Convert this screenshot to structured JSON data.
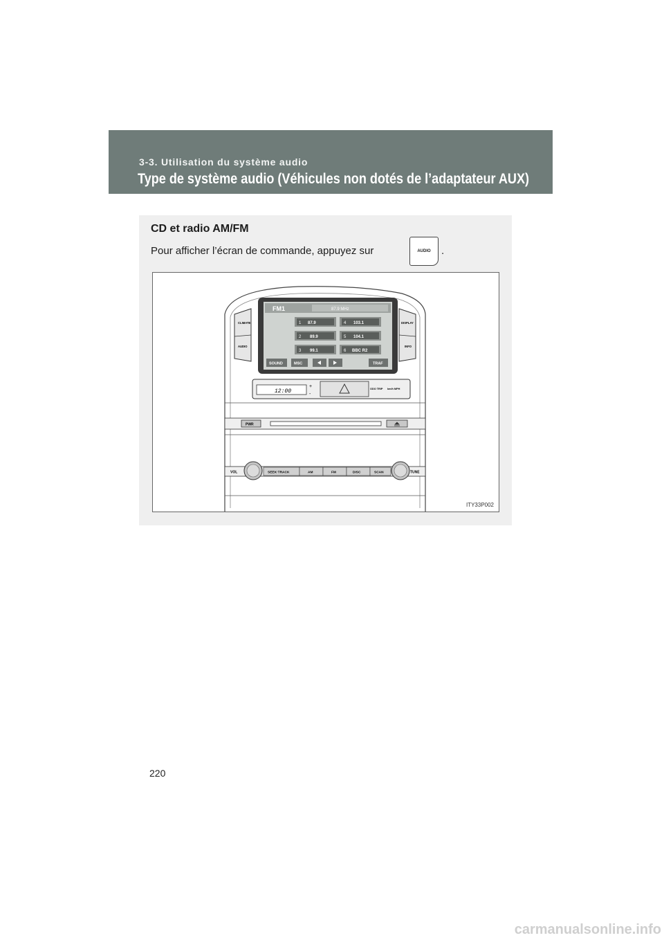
{
  "header": {
    "section_title": "3-3. Utilisation du système audio",
    "page_title": "Type de système audio (Véhicules non dotés de l’adaptateur AUX)"
  },
  "content": {
    "heading": "CD et radio AM/FM",
    "instruction": "Pour afficher l’écran de commande, appuyez sur",
    "audio_button_label": "AUDIO",
    "instruction_end": "."
  },
  "figure": {
    "code": "ITY33P002",
    "display": {
      "band": "FM1",
      "frequency": "87.9 MHz",
      "presets": [
        {
          "num": "1",
          "freq": "87.9"
        },
        {
          "num": "4",
          "freq": "103.1"
        },
        {
          "num": "2",
          "freq": "89.9"
        },
        {
          "num": "5",
          "freq": "104.1"
        },
        {
          "num": "3",
          "freq": "99.1"
        },
        {
          "num": "6",
          "freq": "BBC R2"
        }
      ],
      "sound_label": "SOUND",
      "mode_label": "MSC",
      "traf_label": "TRAF"
    },
    "buttons": {
      "climate": "CLIMATE",
      "audio": "AUDIO",
      "display": "DISPLAY",
      "info": "INFO",
      "clock": "12:00",
      "odo_trip": "ODO TRIP",
      "kmh_mph": "km/h MPH",
      "pwr": "PWR",
      "vol": "VOL",
      "seek_track": "SEEK·TRACK",
      "am": "AM",
      "fm": "FM",
      "disc": "DISC",
      "scan": "SCAN",
      "tune": "TUNE"
    }
  },
  "page_number": "220",
  "watermark": "carmanualsonline.info"
}
